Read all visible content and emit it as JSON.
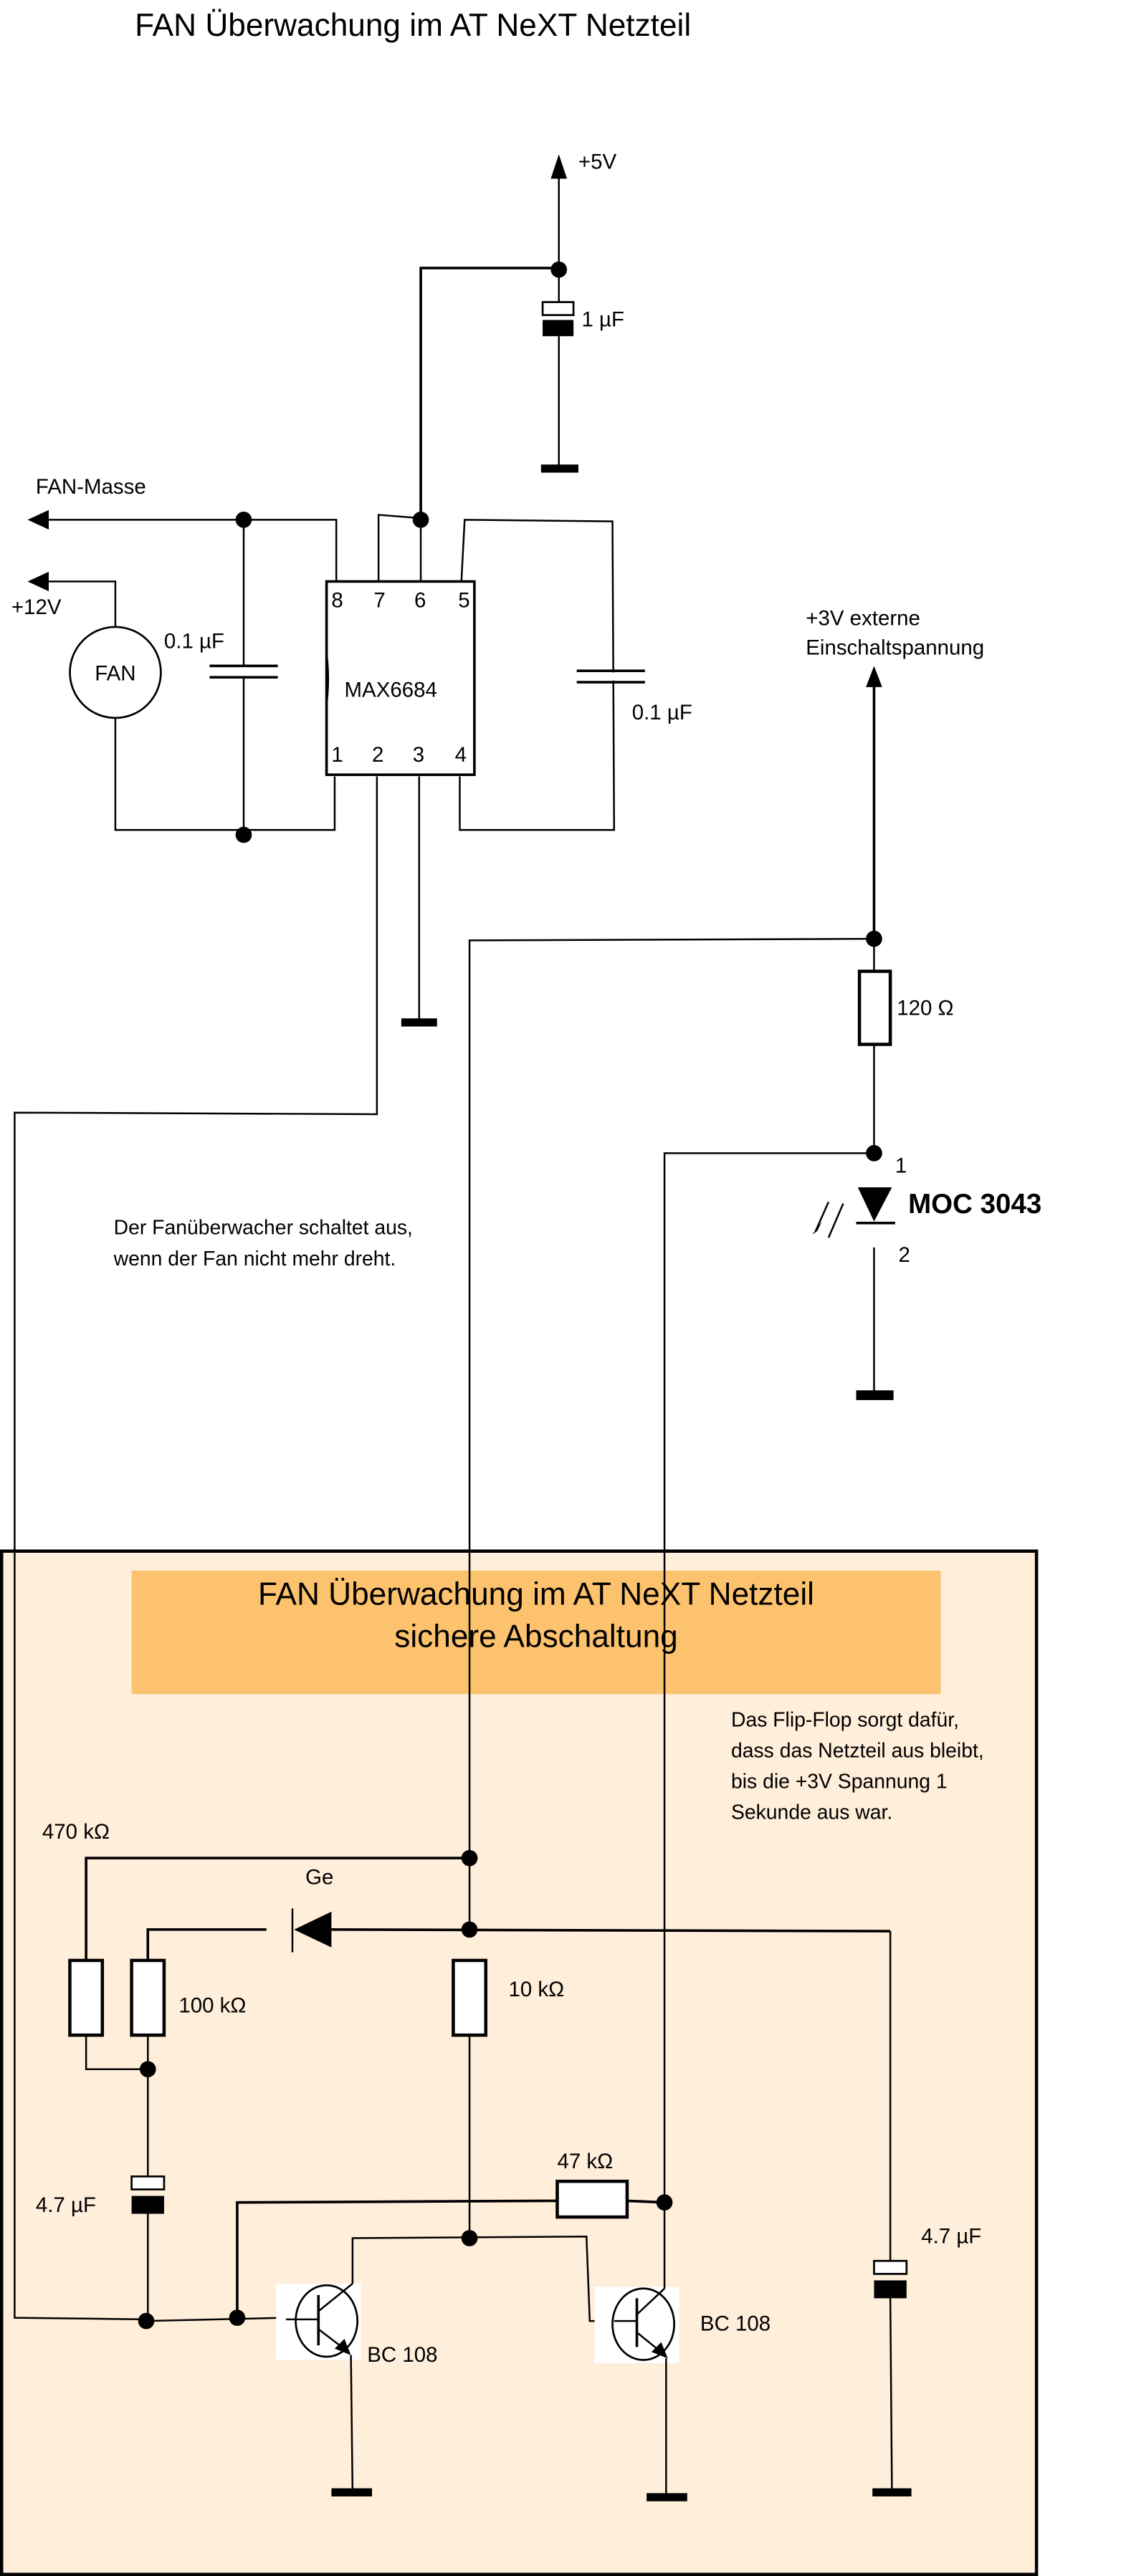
{
  "title": "FAN Überwachung im AT NeXT Netzteil",
  "colors": {
    "panel_background": "#FFEEDA",
    "banner_background": "#FDC26D",
    "wire": "#000000"
  },
  "supply": {
    "plus5v": "+5V",
    "plus12v": "+12V",
    "fan_masse": "FAN-Masse",
    "plus3v_line1": "+3V externe",
    "plus3v_line2": "Einschaltspannung"
  },
  "components": {
    "c_5v": "1 µF",
    "c_fan": "0.1 µF",
    "c_pin5": "0.1 µF",
    "fan": "FAN",
    "ic": "MAX6684",
    "ic_pins_top": [
      "8",
      "7",
      "6",
      "5"
    ],
    "ic_pins_bottom": [
      "1",
      "2",
      "3",
      "4"
    ],
    "r_led": "120 Ω",
    "opto": "MOC 3043",
    "opto_pin1": "1",
    "opto_pin2": "2",
    "r470": "470 kΩ",
    "r100": "100 kΩ",
    "r10": "10 kΩ",
    "r47": "47 kΩ",
    "diode": "Ge",
    "c_left": "4.7 µF",
    "c_right": "4.7 µF",
    "q1": "BC 108",
    "q2": "BC 108"
  },
  "notes": {
    "fan_monitor": [
      "Der Fanüberwacher schaltet aus,",
      "wenn der Fan nicht mehr dreht."
    ],
    "flipflop": [
      "Das Flip-Flop sorgt dafür,",
      "dass das Netzteil aus bleibt,",
      "bis die +3V Spannung 1",
      "Sekunde aus war."
    ]
  },
  "banner": {
    "line1": "FAN Überwachung im AT NeXT Netzteil",
    "line2": "sichere Abschaltung"
  }
}
